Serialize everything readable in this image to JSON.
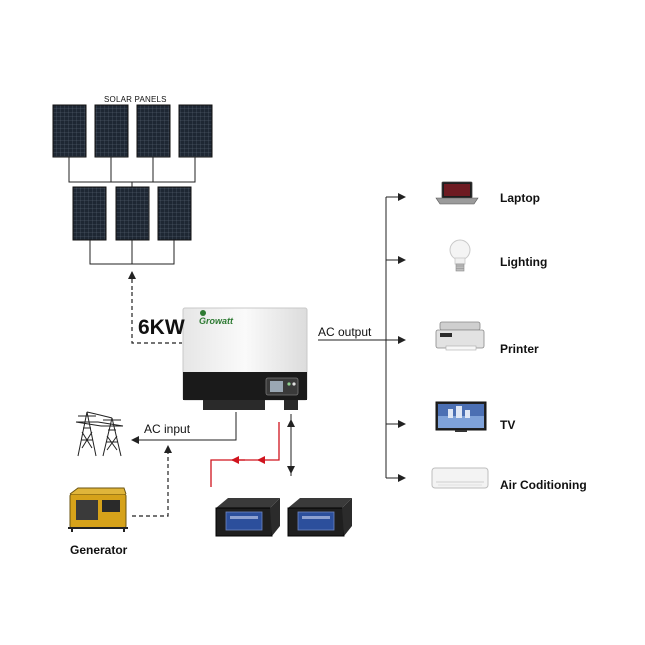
{
  "solar": {
    "title": "SOLAR PANELS",
    "rows": [
      4,
      3
    ]
  },
  "inverter": {
    "power_label": "6KW",
    "brand": "Growatt"
  },
  "labels": {
    "ac_output": "AC output",
    "ac_input": "AC input",
    "generator": "Generator"
  },
  "loads": [
    {
      "label": "Laptop",
      "icon": "laptop-icon"
    },
    {
      "label": "Lighting",
      "icon": "light-bulb-icon"
    },
    {
      "label": "Printer",
      "icon": "printer-icon"
    },
    {
      "label": "TV",
      "icon": "tv-icon"
    },
    {
      "label": "Air Coditioning",
      "icon": "air-conditioner-icon"
    }
  ],
  "colors": {
    "line": "#222222",
    "battery_link": "#d0141e",
    "brand": "#2d7a32",
    "panel": "#1e2733"
  }
}
